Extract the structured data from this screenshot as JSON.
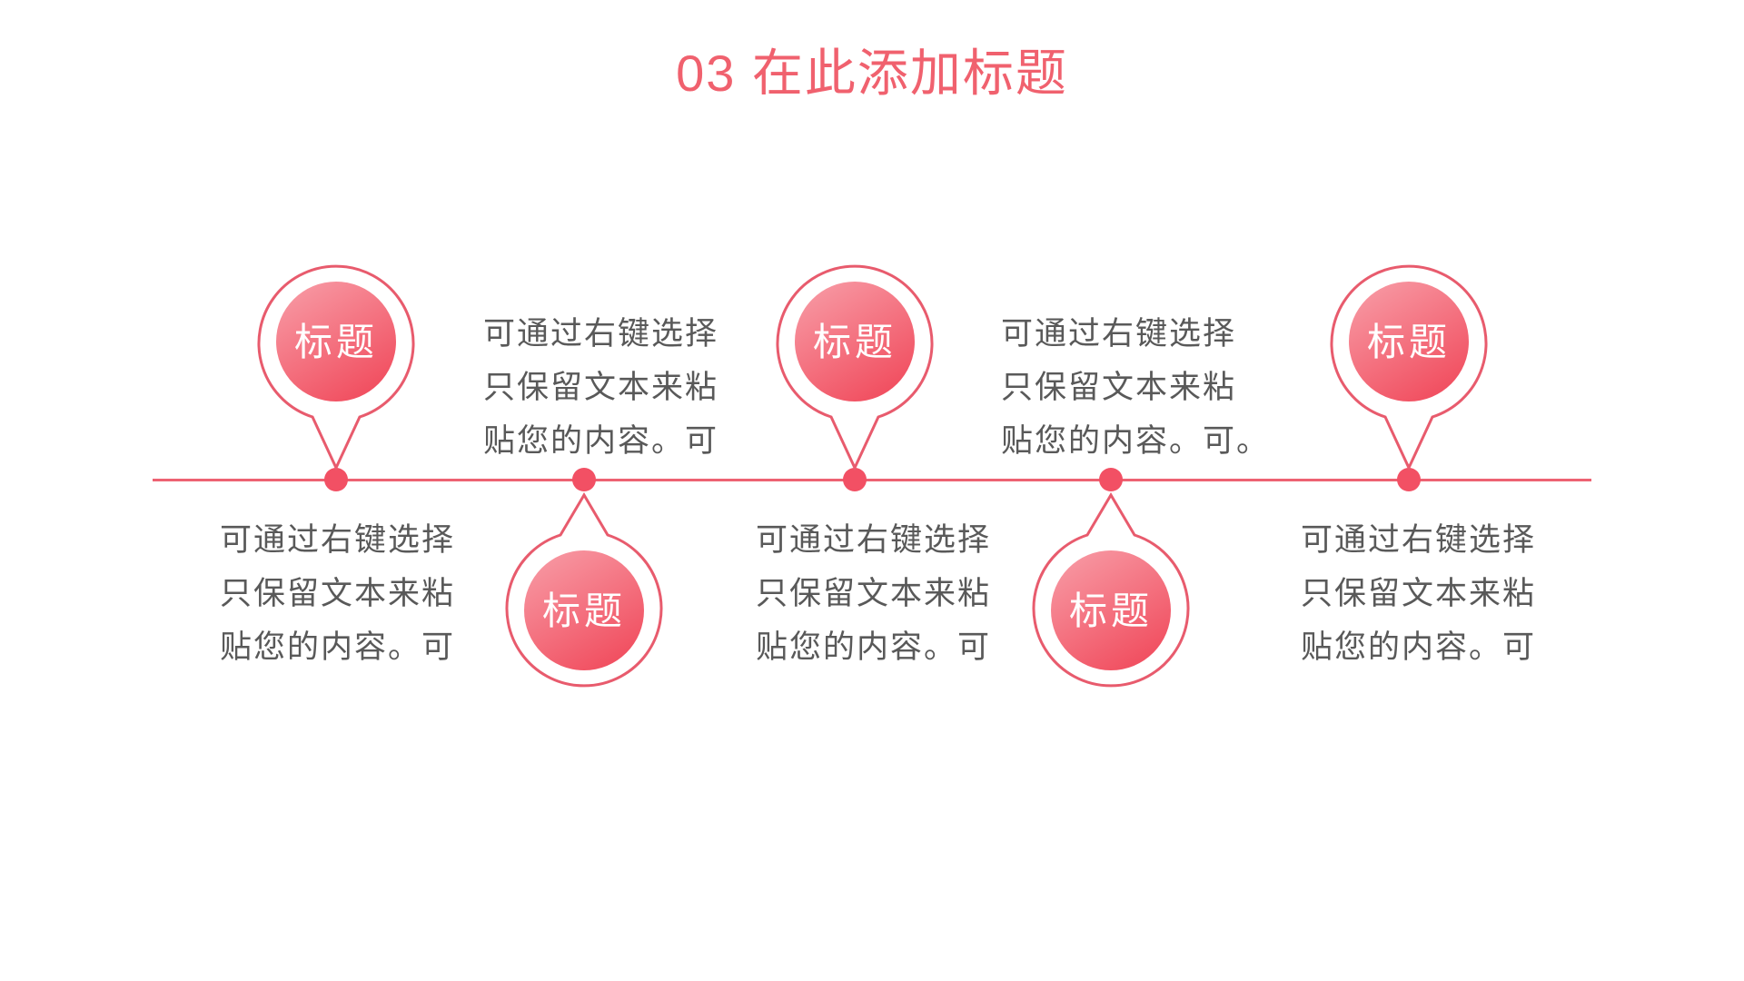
{
  "title": "03 在此添加标题",
  "colors": {
    "title": "#f0616e",
    "timeline_line": "#ed6272",
    "dot": "#f25064",
    "balloon_stroke": "#e85b6d",
    "balloon_gradient_start": "#f89fa9",
    "balloon_gradient_end": "#f15162",
    "balloon_label": "#ffffff",
    "body_text": "#595959",
    "background": "#ffffff"
  },
  "timeline": {
    "items": [
      {
        "badge": "标题",
        "side": "above",
        "lines": [
          "可通过右键选择",
          "只保留文本来粘",
          "贴您的内容。可"
        ]
      },
      {
        "badge": "标题",
        "side": "below",
        "lines": [
          "可通过右键选择",
          "只保留文本来粘",
          "贴您的内容。可"
        ]
      },
      {
        "badge": "标题",
        "side": "above",
        "lines": [
          "可通过右键选择",
          "只保留文本来粘",
          "贴您的内容。可"
        ]
      },
      {
        "badge": "标题",
        "side": "below",
        "lines": [
          "可通过右键选择",
          "只保留文本来粘",
          "贴您的内容。可。"
        ]
      },
      {
        "badge": "标题",
        "side": "above",
        "lines": [
          "可通过右键选择",
          "只保留文本来粘",
          "贴您的内容。可"
        ]
      }
    ]
  }
}
